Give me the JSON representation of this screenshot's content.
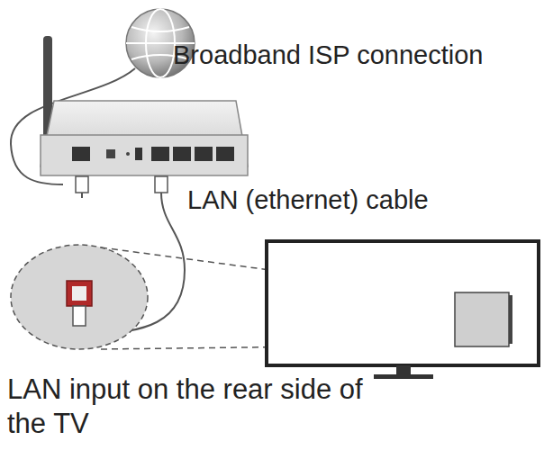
{
  "diagram": {
    "labels": [
      "Broadband ISP connection",
      "LAN (ethernet) cable",
      "LAN input on the rear side of the TV"
    ]
  }
}
